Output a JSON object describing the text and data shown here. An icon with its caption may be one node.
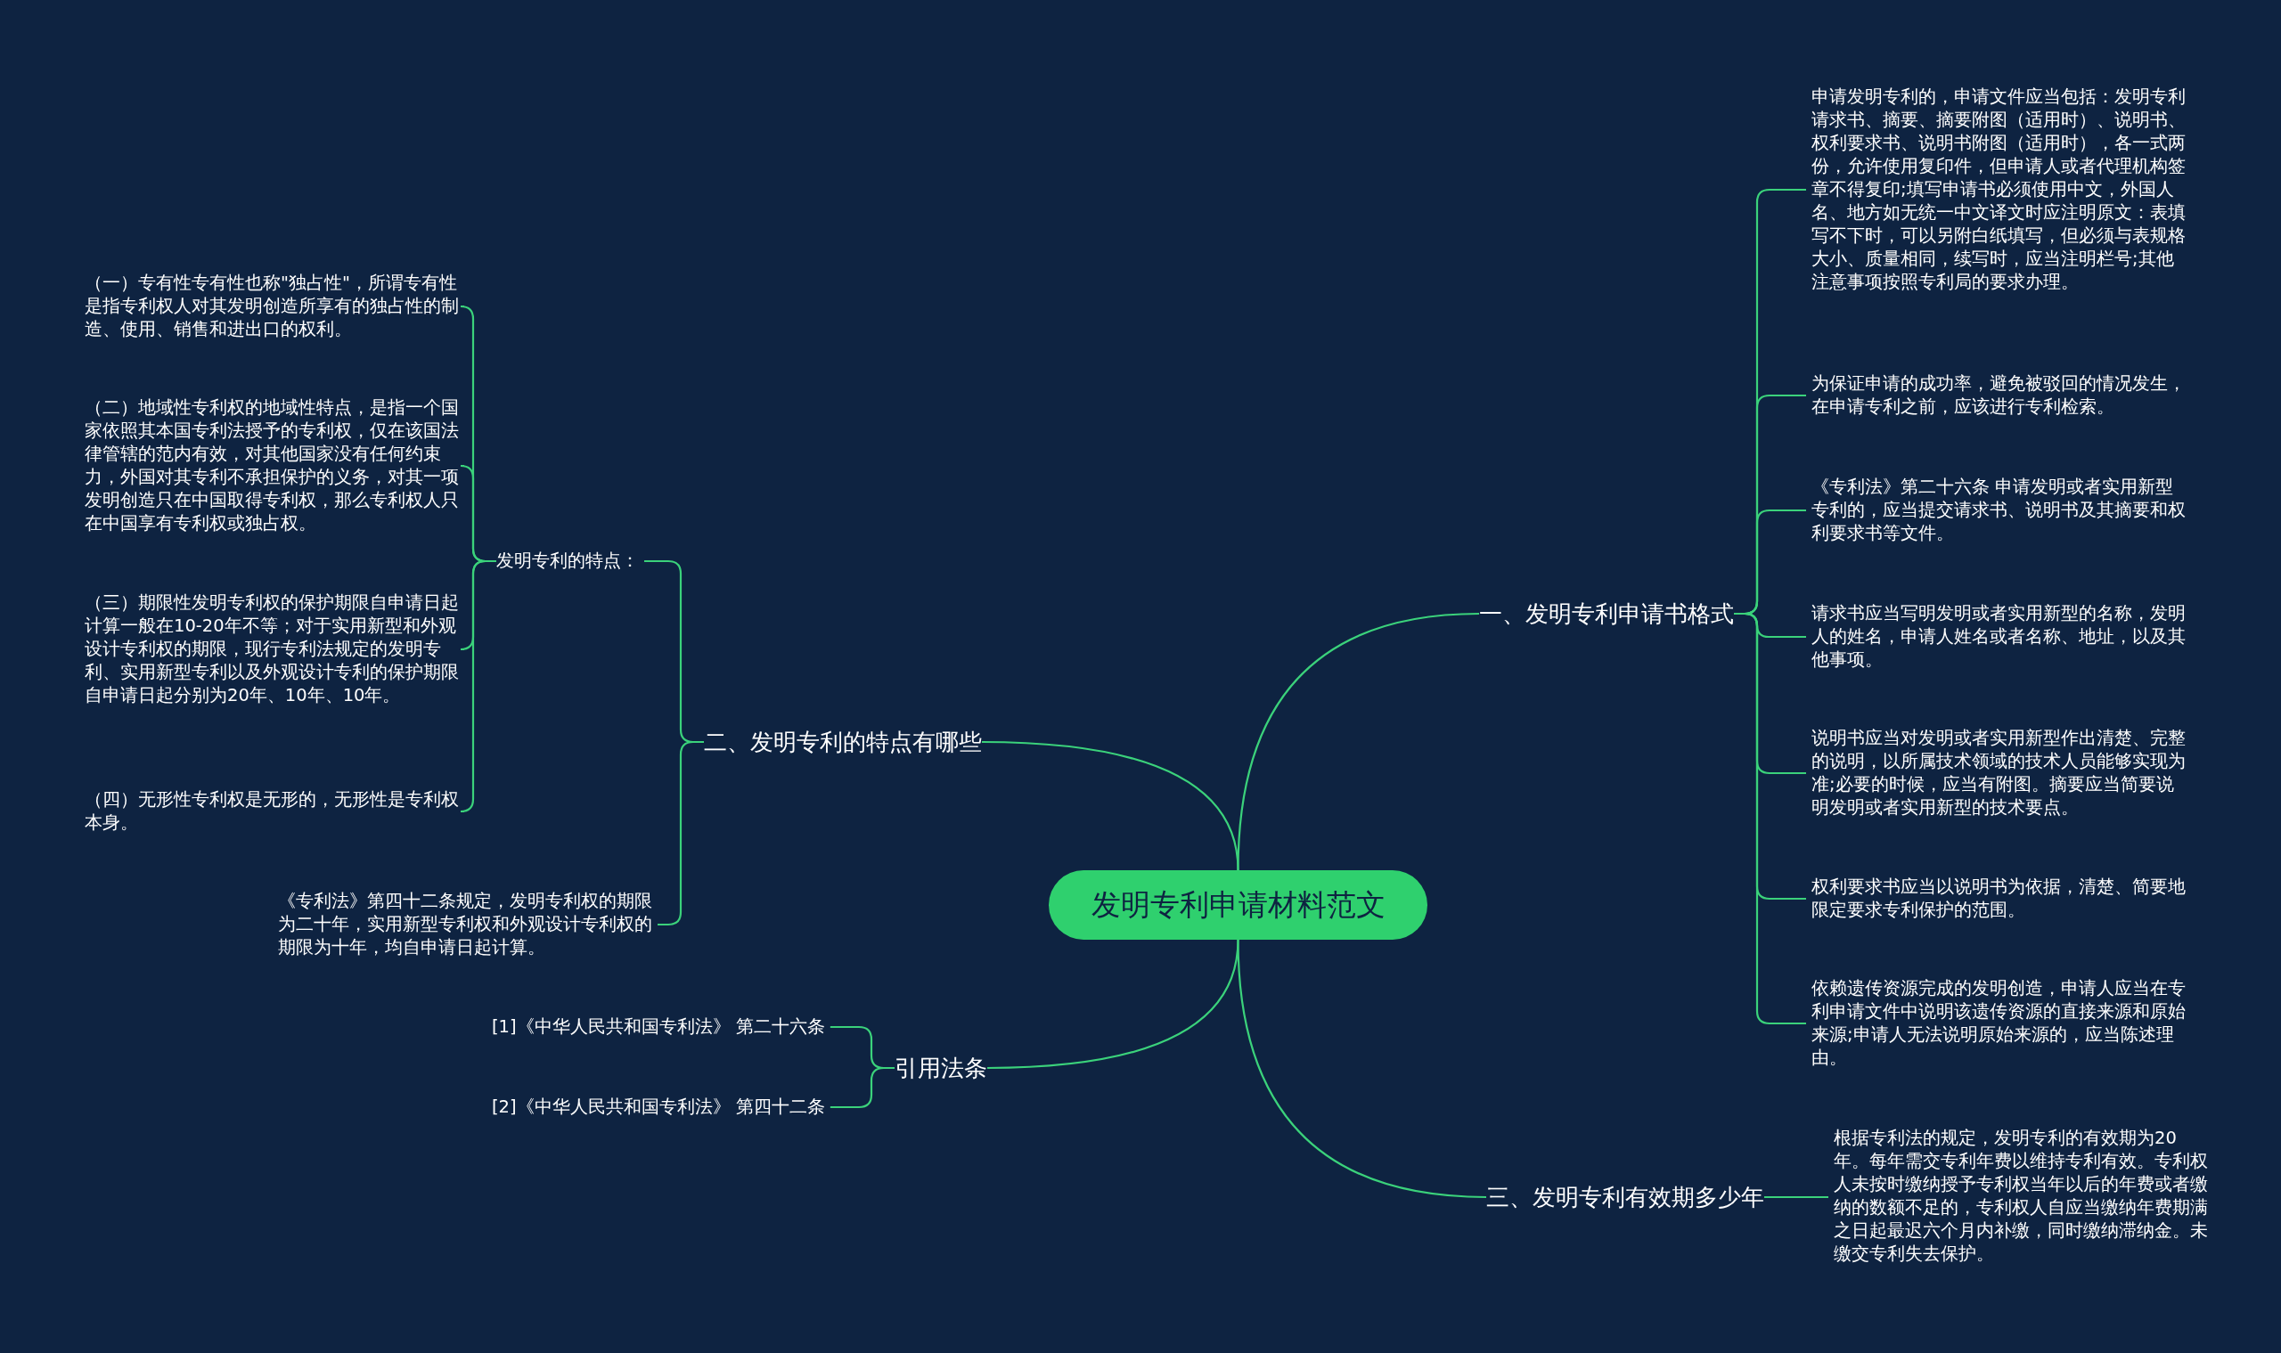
{
  "diagram": {
    "nodes": [
      {
        "text": [
          "发明专利申请材料范文"
        ]
      },
      {
        "text": [
          "一、发明专利申请书格式"
        ]
      },
      {
        "text": [
          "申请发明专利的，申请文件应当包括：发明专利请求书、摘要、摘要附图（适用时）、说明书、权利要求书、说明书附图（适用时），各一式两份，允许使用复印件，但申请人或者代理机构签章不得复印;填写申请书必须使用中文，外国人名、地方如无统一中文译文时应注明原文：表填写不下时，可以另附白纸填写，但必须与表规格大小、质量相同，续写时，应当注明栏号;其他注意事项按照专利局的要求办理。"
        ]
      },
      {
        "text": [
          "为保证申请的成功率，避免被驳回的情况发生，在申请专利之前，应该进行专利检索。"
        ]
      },
      {
        "text": [
          "《专利法》第二十六条  申请发明或者实用新型专利的，应当提交请求书、说明书及其摘要和权利要求书等文件。"
        ]
      },
      {
        "text": [
          "请求书应当写明发明或者实用新型的名称，发明人的姓名，申请人姓名或者名称、地址，以及其他事项。"
        ]
      },
      {
        "text": [
          "说明书应当对发明或者实用新型作出清楚、完整的说明，以所属技术领域的技术人员能够实现为准;必要的时候，应当有附图。摘要应当简要说明发明或者实用新型的技术要点。"
        ]
      },
      {
        "text": [
          "权利要求书应当以说明书为依据，清楚、简要地限定要求专利保护的范围。"
        ]
      },
      {
        "text": [
          "依赖遗传资源完成的发明创造，申请人应当在专利申请文件中说明该遗传资源的直接来源和原始来源;申请人无法说明原始来源的，应当陈述理由。"
        ]
      },
      {
        "text": [
          "二、发明专利的特点有哪些"
        ]
      },
      {
        "text": [
          "发明专利的特点："
        ]
      },
      {
        "text": [
          "（一）专有性专有性也称\"独占性\"，所谓专有性是指专利权人对其发明创造所享有的独占性的制造、使用、销售和进出口的权利。"
        ]
      },
      {
        "text": [
          "（二）地域性专利权的地域性特点，是指一个国家依照其本国专利法授予的专利权，仅在该国法律管辖的范内有效，对其他国家没有任何约束力，外国对其专利不承担保护的义务，对其一项发明创造只在中国取得专利权，那么专利权人只在中国享有专利权或独占权。"
        ]
      },
      {
        "text": [
          "（三）期限性发明专利权的保护期限自申请日起计算一般在10-20年不等；对于实用新型和外观设计专利权的期限，现行专利法规定的发明专利、实用新型专利以及外观设计专利的保护期限自申请日起分别为20年、10年、10年。"
        ]
      },
      {
        "text": [
          "（四）无形性专利权是无形的，无形性是专利权本身。"
        ]
      },
      {
        "text": [
          "《专利法》第四十二条规定，发明专利权的期限为二十年，实用新型专利权和外观设计专利权的期限为十年，均自申请日起计算。"
        ]
      },
      {
        "text": [
          "引用法条"
        ]
      },
      {
        "text": [
          "[1]《中华人民共和国专利法》 第二十六条"
        ]
      },
      {
        "text": [
          "[2]《中华人民共和国专利法》 第四十二条"
        ]
      },
      {
        "text": [
          "三、发明专利有效期多少年"
        ]
      },
      {
        "text": [
          "根据专利法的规定，发明专利的有效期为20年。每年需交专利年费以维持专利有效。专利权人未按时缴纳授予专利权当年以后的年费或者缴纳的数额不足的，专利权人自应当缴纳年费期满之日起最迟六个月内补缴，同时缴纳滞纳金。未缴交专利失去保护。"
        ]
      }
    ],
    "edges": [
      {
        "from": 0,
        "to": 1,
        "arrow": "none"
      },
      {
        "from": 1,
        "to": 2,
        "arrow": "none"
      },
      {
        "from": 1,
        "to": 3,
        "arrow": "none"
      },
      {
        "from": 1,
        "to": 4,
        "arrow": "none"
      },
      {
        "from": 1,
        "to": 5,
        "arrow": "none"
      },
      {
        "from": 1,
        "to": 6,
        "arrow": "none"
      },
      {
        "from": 1,
        "to": 7,
        "arrow": "none"
      },
      {
        "from": 1,
        "to": 8,
        "arrow": "none"
      },
      {
        "from": 0,
        "to": 9,
        "arrow": "none"
      },
      {
        "from": 9,
        "to": 10,
        "arrow": "none"
      },
      {
        "from": 10,
        "to": 11,
        "arrow": "none"
      },
      {
        "from": 10,
        "to": 12,
        "arrow": "none"
      },
      {
        "from": 10,
        "to": 13,
        "arrow": "none"
      },
      {
        "from": 10,
        "to": 14,
        "arrow": "none"
      },
      {
        "from": 9,
        "to": 15,
        "arrow": "none"
      },
      {
        "from": 0,
        "to": 16,
        "arrow": "none"
      },
      {
        "from": 16,
        "to": 17,
        "arrow": "none"
      },
      {
        "from": 16,
        "to": 18,
        "arrow": "none"
      },
      {
        "from": 0,
        "to": 19,
        "arrow": "none"
      },
      {
        "from": 19,
        "to": 20,
        "arrow": "none"
      }
    ]
  }
}
